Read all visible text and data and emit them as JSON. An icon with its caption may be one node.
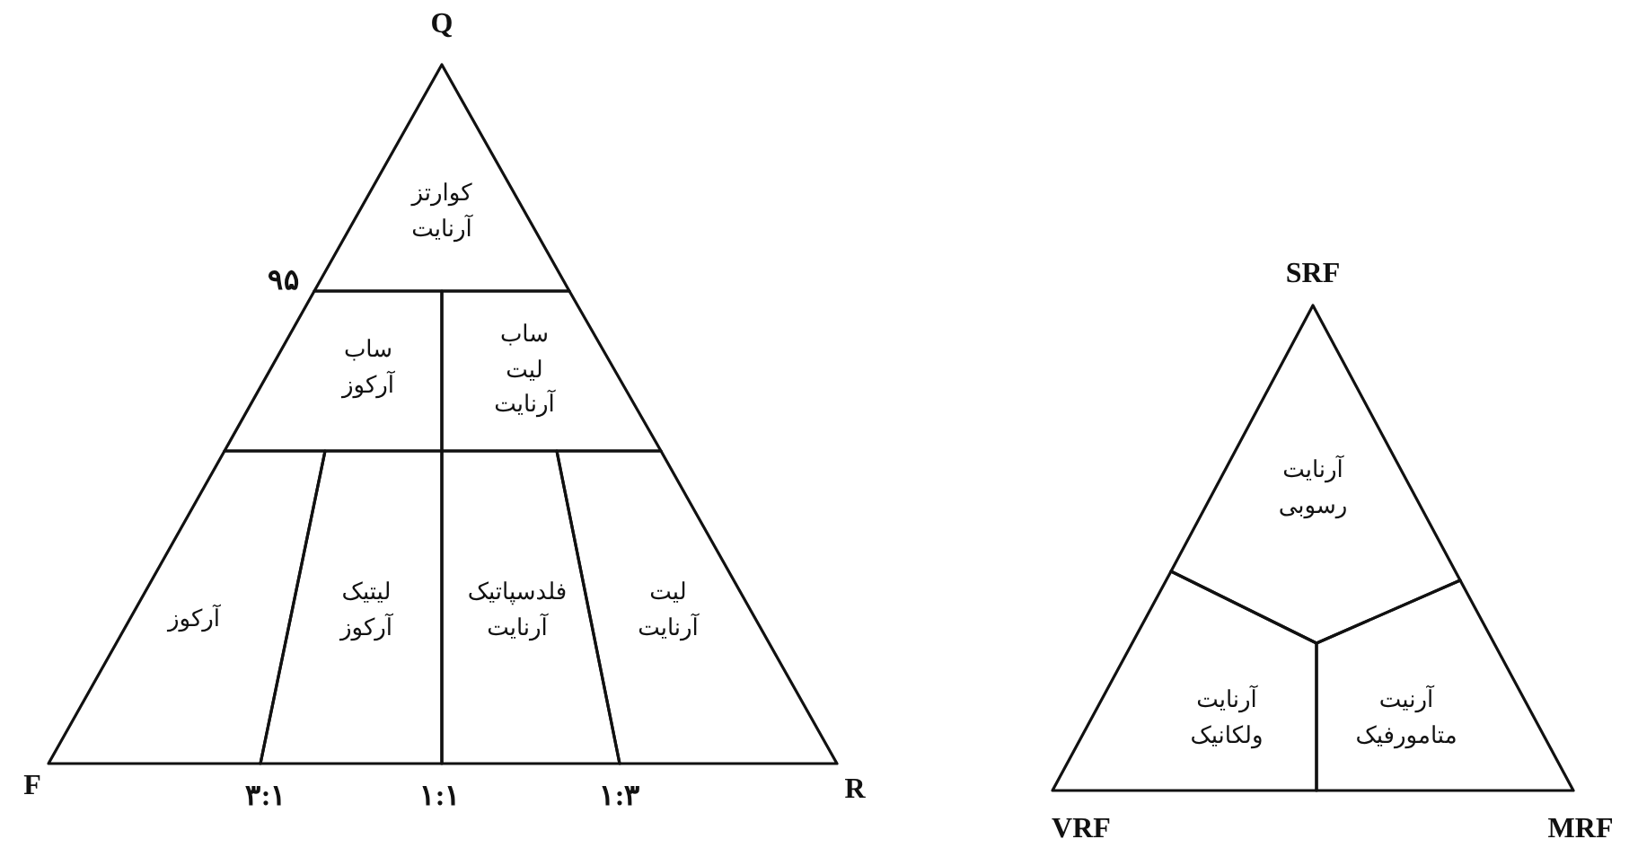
{
  "diagram": {
    "nodes": [
      {
        "text": [
          "کوارتز آرنایت"
        ]
      },
      {
        "text": [
          "ساب آرکوز"
        ]
      },
      {
        "text": [
          "ساب لیت آرنایت"
        ]
      },
      {
        "text": [
          "آرکوز"
        ]
      },
      {
        "text": [
          "لیتیک آرکوز"
        ]
      },
      {
        "text": [
          "فلدسپاتیک آرنایت"
        ]
      },
      {
        "text": [
          "لیت آرنایت"
        ]
      },
      {
        "text": [
          "آرنایت رسوبی"
        ]
      },
      {
        "text": [
          "آرنایت ولکانیک"
        ]
      },
      {
        "text": [
          "آرنیت متامورفیک"
        ]
      }
    ],
    "labels": [
      "Q",
      "۹۵",
      "F",
      "۳:۱",
      "۱:۱",
      "۱:۳",
      "R",
      "SRF",
      "VRF",
      "MRF"
    ]
  }
}
